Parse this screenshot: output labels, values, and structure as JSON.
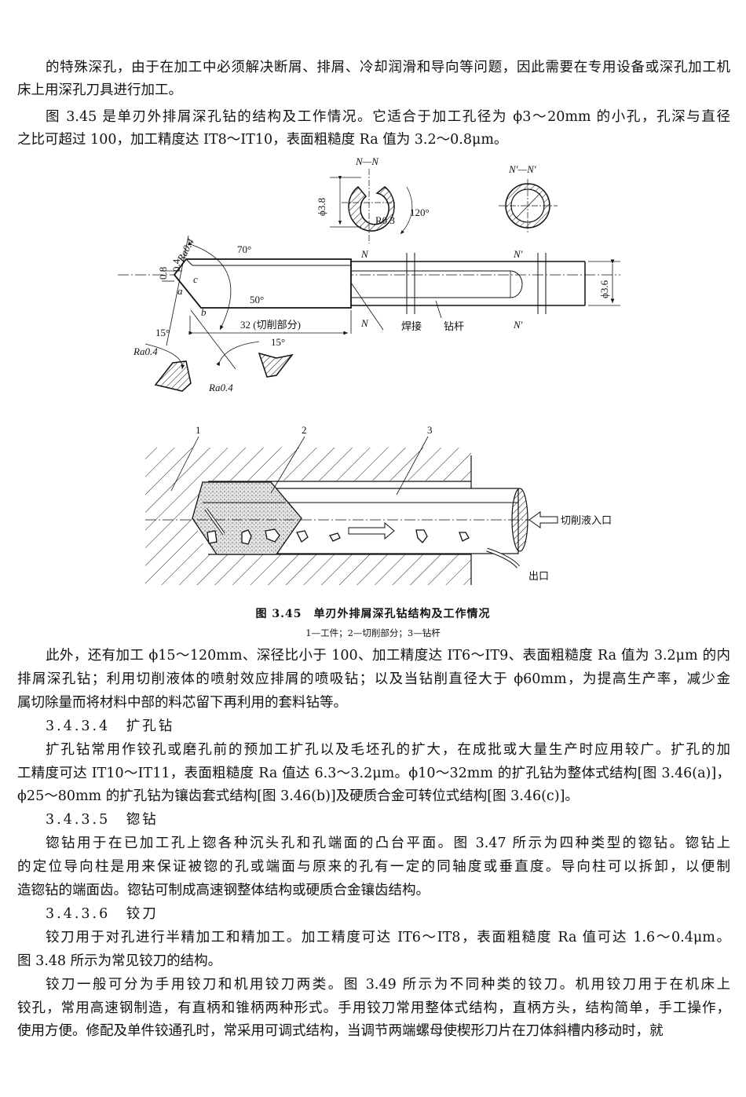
{
  "paragraphs_top": [
    {
      "lines": [
        "的特殊深孔，由于在加工中必须解决断屑、排屑、冷却润滑和导向等问题，因此需要在专用设备或深孔加工机",
        "床上用深孔刀具进行加工。"
      ]
    },
    {
      "lines": [
        "图 3.45 是单刃外排屑深孔钻的结构及工作情况。它适合于加工孔径为 ϕ3～20mm 的小孔，孔深与直径",
        "之比可超过 100，加工精度达 IT8～IT10，表面粗糙度 Ra 值为 3.2～0.8μm。"
      ]
    }
  ],
  "figure": {
    "top_labels": {
      "section_nn": "N—N",
      "phi38": "ϕ3.8",
      "r03": "R0.3",
      "angle120": "120°",
      "section_nn2": "N′—N′",
      "ra04_top": "Ra0.4",
      "d08": "0.8",
      "d04": "0.4",
      "angle70": "70°",
      "angle50": "50°",
      "pt_a": "a",
      "pt_b": "b",
      "pt_c": "c",
      "dim32": "32 (切削部分)",
      "n_top": "N",
      "n_bot": "N",
      "n2_top": "N′",
      "n2_bot": "N′",
      "weld": "焊接",
      "shank": "钻杆",
      "phi36": "ϕ3.6",
      "angle15a": "15°",
      "angle15b": "15°",
      "ra04_left": "Ra0.4",
      "ra04_bottom": "Ra0.4"
    },
    "bottom_labels": {
      "n1": "1",
      "n2": "2",
      "n3": "3",
      "inlet": "切削液入口",
      "outlet": "出口"
    },
    "caption": "图 3.45　单刃外排屑深孔钻结构及工作情况",
    "legend": "1—工件；2—切削部分；3—钻杆"
  },
  "paragraphs_bottom": [
    {
      "type": "p",
      "lines": [
        "此外，还有加工 ϕ15～120mm、深径比小于 100、加工精度达 IT6～IT9、表面粗糙度 Ra 值为 3.2μm 的内",
        "排屑深孔钻；利用切削液体的喷射效应排屑的喷吸钻；以及当钻削直径大于 ϕ60mm，为提高生产率，减少金",
        "属切除量而将材料中部的料芯留下再利用的套料钻等。"
      ]
    },
    {
      "type": "h",
      "lines": [
        "3.4.3.4　扩孔钻"
      ]
    },
    {
      "type": "p",
      "lines": [
        "扩孔钻常用作铰孔或磨孔前的预加工扩孔以及毛坯孔的扩大，在成批或大量生产时应用较广。扩孔的加",
        "工精度可达 IT10～IT11，表面粗糙度 Ra 值达 6.3～3.2μm。ϕ10～32mm 的扩孔钻为整体式结构[图 3.46(a)]，",
        "ϕ25～80mm 的扩孔钻为镶齿套式结构[图 3.46(b)]及硬质合金可转位式结构[图 3.46(c)]。"
      ]
    },
    {
      "type": "h",
      "lines": [
        "3.4.3.5　锪钻"
      ]
    },
    {
      "type": "p",
      "lines": [
        "锪钻用于在已加工孔上锪各种沉头孔和孔端面的凸台平面。图 3.47 所示为四种类型的锪钻。锪钻上",
        "的定位导向柱是用来保证被锪的孔或端面与原来的孔有一定的同轴度或垂直度。导向柱可以拆卸，以便制",
        "造锪钻的端面齿。锪钻可制成高速钢整体结构或硬质合金镶齿结构。"
      ]
    },
    {
      "type": "h",
      "lines": [
        "3.4.3.6　铰刀"
      ]
    },
    {
      "type": "p",
      "lines": [
        "铰刀用于对孔进行半精加工和精加工。加工精度可达 IT6～IT8，表面粗糙度 Ra 值可达 1.6～0.4μm。",
        "图 3.48 所示为常见铰刀的结构。"
      ]
    },
    {
      "type": "p",
      "lines": [
        "铰刀一般可分为手用铰刀和机用铰刀两类。图 3.49 所示为不同种类的铰刀。机用铰刀用于在机床上",
        "铰孔，常用高速钢制造，有直柄和锥柄两种形式。手用铰刀常用整体式结构，直柄方头，结构简单，手工操作，",
        "使用方便。修配及单件铰通孔时，常采用可调式结构，当调节两端螺母使楔形刀片在刀体斜槽内移动时，就"
      ]
    }
  ]
}
